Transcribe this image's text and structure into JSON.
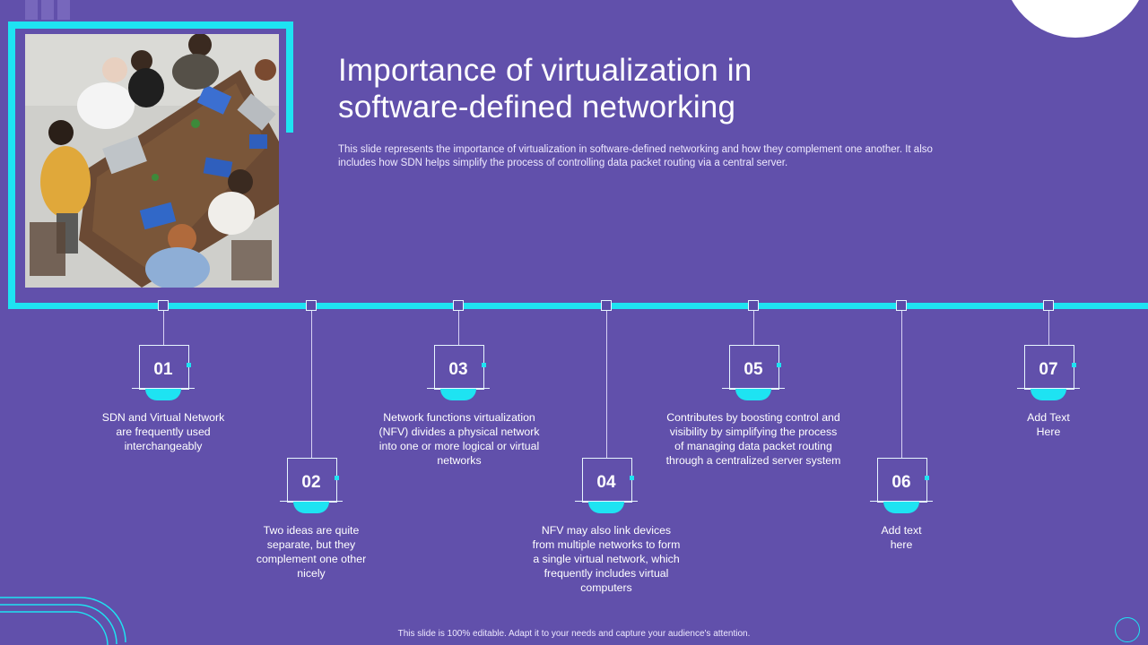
{
  "title_line1": "Importance of virtualization in",
  "title_line2": "software-defined networking",
  "description": "This slide represents the importance of virtualization in software-defined networking and how they complement one another. It also includes how SDN helps simplify the process of controlling data packet routing via a central server.",
  "steps": [
    {
      "number": "01",
      "text": "SDN and Virtual Network are frequently used interchangeably"
    },
    {
      "number": "02",
      "text": "Two ideas are quite separate, but they complement one other nicely"
    },
    {
      "number": "03",
      "text": "Network functions virtualization (NFV) divides a physical network into one or more logical or virtual networks"
    },
    {
      "number": "04",
      "text": "NFV may also link devices from multiple networks to form a single virtual network, which frequently includes virtual computers"
    },
    {
      "number": "05",
      "text": "Contributes by boosting control and visibility by simplifying the process of managing data packet routing through a centralized server system"
    },
    {
      "number": "06",
      "text": "Add text here"
    },
    {
      "number": "07",
      "text": "Add Text Here"
    }
  ],
  "footer": "This slide is 100% editable. Adapt it to your needs and capture your audience's attention.",
  "colors": {
    "background": "#6150ab",
    "accent": "#1ee3f2"
  }
}
